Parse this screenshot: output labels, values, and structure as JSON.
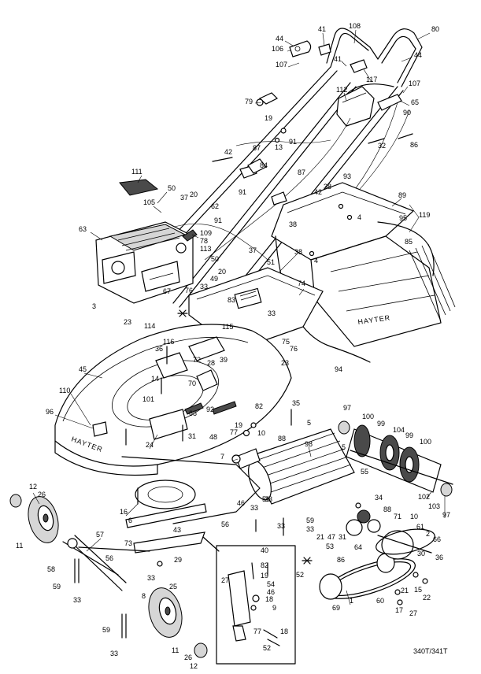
{
  "figure_code": "340T/341T",
  "brand_marks": {
    "grassbox": "HAYTER",
    "deck": "HAYTER"
  },
  "callouts": [
    {
      "id": "c41a",
      "label": "41"
    },
    {
      "id": "c108",
      "label": "108"
    },
    {
      "id": "c80",
      "label": "80"
    },
    {
      "id": "c44a",
      "label": "44"
    },
    {
      "id": "c106",
      "label": "106"
    },
    {
      "id": "c41b",
      "label": "41"
    },
    {
      "id": "c107a",
      "label": "107"
    },
    {
      "id": "c44b",
      "label": "44"
    },
    {
      "id": "c117",
      "label": "117"
    },
    {
      "id": "c107b",
      "label": "107"
    },
    {
      "id": "c112",
      "label": "112"
    },
    {
      "id": "c65",
      "label": "65"
    },
    {
      "id": "c90",
      "label": "90"
    },
    {
      "id": "c79",
      "label": "79"
    },
    {
      "id": "c19a",
      "label": "19"
    },
    {
      "id": "c13",
      "label": "13"
    },
    {
      "id": "c32",
      "label": "32"
    },
    {
      "id": "c86a",
      "label": "86"
    },
    {
      "id": "c91a",
      "label": "91"
    },
    {
      "id": "c42a",
      "label": "42"
    },
    {
      "id": "c87a",
      "label": "87"
    },
    {
      "id": "c84",
      "label": "84"
    },
    {
      "id": "c87b",
      "label": "87"
    },
    {
      "id": "c93",
      "label": "93"
    },
    {
      "id": "c111",
      "label": "111"
    },
    {
      "id": "c50a",
      "label": "50"
    },
    {
      "id": "c37a",
      "label": "37"
    },
    {
      "id": "c20a",
      "label": "20"
    },
    {
      "id": "c91b",
      "label": "91"
    },
    {
      "id": "c38a",
      "label": "38"
    },
    {
      "id": "c42b",
      "label": "42"
    },
    {
      "id": "c89",
      "label": "89"
    },
    {
      "id": "c105",
      "label": "105"
    },
    {
      "id": "c62",
      "label": "62"
    },
    {
      "id": "c4a",
      "label": "4"
    },
    {
      "id": "c119",
      "label": "119"
    },
    {
      "id": "c95",
      "label": "95"
    },
    {
      "id": "c63",
      "label": "63"
    },
    {
      "id": "c91c",
      "label": "91"
    },
    {
      "id": "c38b",
      "label": "38"
    },
    {
      "id": "c109",
      "label": "109"
    },
    {
      "id": "c78",
      "label": "78"
    },
    {
      "id": "c113",
      "label": "113"
    },
    {
      "id": "c37b",
      "label": "37"
    },
    {
      "id": "c85",
      "label": "85"
    },
    {
      "id": "c38c",
      "label": "38"
    },
    {
      "id": "c4b",
      "label": "4"
    },
    {
      "id": "c50b",
      "label": "50"
    },
    {
      "id": "c51",
      "label": "51"
    },
    {
      "id": "c20b",
      "label": "20"
    },
    {
      "id": "c49",
      "label": "49"
    },
    {
      "id": "c33a",
      "label": "33"
    },
    {
      "id": "c74",
      "label": "74"
    },
    {
      "id": "c67",
      "label": "67"
    },
    {
      "id": "c76a",
      "label": "76"
    },
    {
      "id": "c83",
      "label": "83"
    },
    {
      "id": "c3",
      "label": "3"
    },
    {
      "id": "c23a",
      "label": "23"
    },
    {
      "id": "c33b",
      "label": "33"
    },
    {
      "id": "c114",
      "label": "114"
    },
    {
      "id": "c115",
      "label": "115"
    },
    {
      "id": "c75",
      "label": "75"
    },
    {
      "id": "c116",
      "label": "116"
    },
    {
      "id": "c76b",
      "label": "76"
    },
    {
      "id": "c36a",
      "label": "36"
    },
    {
      "id": "c28",
      "label": "28"
    },
    {
      "id": "c39",
      "label": "39"
    },
    {
      "id": "c23b",
      "label": "23"
    },
    {
      "id": "c72",
      "label": "72"
    },
    {
      "id": "c94",
      "label": "94"
    },
    {
      "id": "c45",
      "label": "45"
    },
    {
      "id": "c14",
      "label": "14"
    },
    {
      "id": "c70",
      "label": "70"
    },
    {
      "id": "c110",
      "label": "110"
    },
    {
      "id": "c101",
      "label": "101"
    },
    {
      "id": "c35",
      "label": "35"
    },
    {
      "id": "c97a",
      "label": "97"
    },
    {
      "id": "c92",
      "label": "92"
    },
    {
      "id": "c82a",
      "label": "82"
    },
    {
      "id": "c68",
      "label": "68"
    },
    {
      "id": "c96",
      "label": "96"
    },
    {
      "id": "c5a",
      "label": "5"
    },
    {
      "id": "c19b",
      "label": "19"
    },
    {
      "id": "c100a",
      "label": "100"
    },
    {
      "id": "c99a",
      "label": "99"
    },
    {
      "id": "c77a",
      "label": "77"
    },
    {
      "id": "c104",
      "label": "104"
    },
    {
      "id": "c31a",
      "label": "31"
    },
    {
      "id": "c48",
      "label": "48"
    },
    {
      "id": "c10a",
      "label": "10"
    },
    {
      "id": "c88a",
      "label": "88"
    },
    {
      "id": "c99b",
      "label": "99"
    },
    {
      "id": "c100b",
      "label": "100"
    },
    {
      "id": "c24",
      "label": "24"
    },
    {
      "id": "c7",
      "label": "7"
    },
    {
      "id": "c98",
      "label": "98"
    },
    {
      "id": "c5b",
      "label": "5"
    },
    {
      "id": "c55",
      "label": "55"
    },
    {
      "id": "c12a",
      "label": "12"
    },
    {
      "id": "c26a",
      "label": "26"
    },
    {
      "id": "c33c",
      "label": "33"
    },
    {
      "id": "c33d",
      "label": "33"
    },
    {
      "id": "c59a",
      "label": "59"
    },
    {
      "id": "c102",
      "label": "102"
    },
    {
      "id": "c103",
      "label": "103"
    },
    {
      "id": "c97b",
      "label": "97"
    },
    {
      "id": "c34",
      "label": "34"
    },
    {
      "id": "c16",
      "label": "16"
    },
    {
      "id": "c46a",
      "label": "46"
    },
    {
      "id": "c6",
      "label": "6"
    },
    {
      "id": "c11a",
      "label": "11"
    },
    {
      "id": "c57",
      "label": "57"
    },
    {
      "id": "c56a",
      "label": "56"
    },
    {
      "id": "c33e",
      "label": "33"
    },
    {
      "id": "c88b",
      "label": "88"
    },
    {
      "id": "c71",
      "label": "71"
    },
    {
      "id": "c10b",
      "label": "10"
    },
    {
      "id": "c61",
      "label": "61"
    },
    {
      "id": "c2",
      "label": "2"
    },
    {
      "id": "c73",
      "label": "73"
    },
    {
      "id": "c43",
      "label": "43"
    },
    {
      "id": "c59b",
      "label": "59"
    },
    {
      "id": "c33f",
      "label": "33"
    },
    {
      "id": "c21a",
      "label": "21"
    },
    {
      "id": "c47",
      "label": "47"
    },
    {
      "id": "c31b",
      "label": "31"
    },
    {
      "id": "c64",
      "label": "64"
    },
    {
      "id": "c66",
      "label": "66"
    },
    {
      "id": "c58",
      "label": "58"
    },
    {
      "id": "c53",
      "label": "53"
    },
    {
      "id": "c30",
      "label": "30"
    },
    {
      "id": "c36b",
      "label": "36"
    },
    {
      "id": "c56b",
      "label": "56"
    },
    {
      "id": "c40",
      "label": "40"
    },
    {
      "id": "c29",
      "label": "29"
    },
    {
      "id": "c86b",
      "label": "86"
    },
    {
      "id": "c59c",
      "label": "59"
    },
    {
      "id": "c33g",
      "label": "33"
    },
    {
      "id": "c25",
      "label": "25"
    },
    {
      "id": "c82b",
      "label": "82"
    },
    {
      "id": "c52a",
      "label": "52"
    },
    {
      "id": "c19c",
      "label": "19"
    },
    {
      "id": "c54",
      "label": "54"
    },
    {
      "id": "c27a",
      "label": "27"
    },
    {
      "id": "c46b",
      "label": "46"
    },
    {
      "id": "c15",
      "label": "15"
    },
    {
      "id": "c22",
      "label": "22"
    },
    {
      "id": "c33h",
      "label": "33"
    },
    {
      "id": "c8",
      "label": "8"
    },
    {
      "id": "c18a",
      "label": "18"
    },
    {
      "id": "c9",
      "label": "9"
    },
    {
      "id": "c69",
      "label": "69"
    },
    {
      "id": "c1",
      "label": "1"
    },
    {
      "id": "c60",
      "label": "60"
    },
    {
      "id": "c21b",
      "label": "21"
    },
    {
      "id": "c17",
      "label": "17"
    },
    {
      "id": "c27b",
      "label": "27"
    },
    {
      "id": "c59d",
      "label": "59"
    },
    {
      "id": "c18b",
      "label": "18"
    },
    {
      "id": "c77b",
      "label": "77"
    },
    {
      "id": "c52b",
      "label": "52"
    },
    {
      "id": "c33i",
      "label": "33"
    },
    {
      "id": "c11b",
      "label": "11"
    },
    {
      "id": "c26b",
      "label": "26"
    },
    {
      "id": "c12b",
      "label": "12"
    }
  ]
}
